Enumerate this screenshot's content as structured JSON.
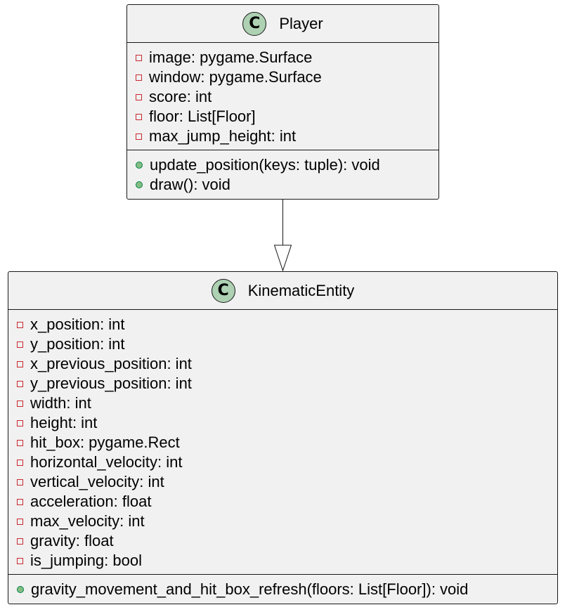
{
  "diagram": {
    "classes": [
      {
        "id": "player",
        "stereotype_letter": "C",
        "name": "Player",
        "attributes": [
          {
            "visibility": "private",
            "text": "image: pygame.Surface"
          },
          {
            "visibility": "private",
            "text": "window: pygame.Surface"
          },
          {
            "visibility": "private",
            "text": "score: int"
          },
          {
            "visibility": "private",
            "text": "floor: List[Floor]"
          },
          {
            "visibility": "private",
            "text": "max_jump_height: int"
          }
        ],
        "methods": [
          {
            "visibility": "public",
            "text": "update_position(keys: tuple): void"
          },
          {
            "visibility": "public",
            "text": "draw(): void"
          }
        ]
      },
      {
        "id": "kinematic-entity",
        "stereotype_letter": "C",
        "name": "KinematicEntity",
        "attributes": [
          {
            "visibility": "private",
            "text": "x_position: int"
          },
          {
            "visibility": "private",
            "text": "y_position: int"
          },
          {
            "visibility": "private",
            "text": "x_previous_position: int"
          },
          {
            "visibility": "private",
            "text": "y_previous_position: int"
          },
          {
            "visibility": "private",
            "text": "width: int"
          },
          {
            "visibility": "private",
            "text": "height: int"
          },
          {
            "visibility": "private",
            "text": "hit_box: pygame.Rect"
          },
          {
            "visibility": "private",
            "text": "horizontal_velocity: int"
          },
          {
            "visibility": "private",
            "text": "vertical_velocity: int"
          },
          {
            "visibility": "private",
            "text": "acceleration: float"
          },
          {
            "visibility": "private",
            "text": "max_velocity: int"
          },
          {
            "visibility": "private",
            "text": "gravity: float"
          },
          {
            "visibility": "private",
            "text": "is_jumping: bool"
          }
        ],
        "methods": [
          {
            "visibility": "public",
            "text": "gravity_movement_and_hit_box_refresh(floors: List[Floor]): void"
          }
        ]
      }
    ],
    "relationships": [
      {
        "type": "inheritance",
        "from": "Player",
        "to": "KinematicEntity"
      }
    ],
    "colors": {
      "class_fill": "#f1f1f1",
      "border": "#181818",
      "stereotype_circle": "#add1b2",
      "private_marker": "#c82930",
      "public_marker_fill": "#84be84",
      "public_marker_border": "#038048"
    }
  }
}
